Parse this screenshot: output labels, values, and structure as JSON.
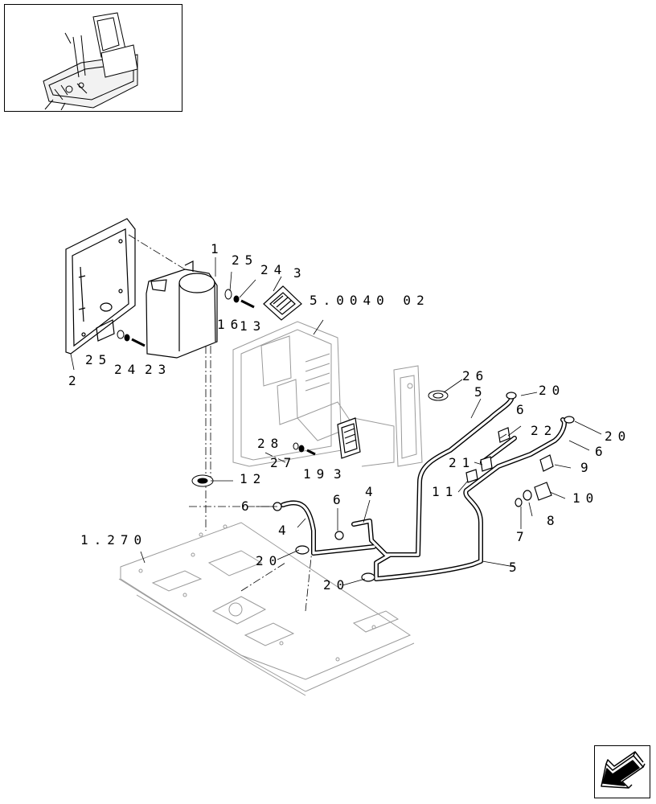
{
  "callouts": [
    {
      "id": "c1",
      "text": "1"
    },
    {
      "id": "c2",
      "text": "2"
    },
    {
      "id": "c3a",
      "text": "3"
    },
    {
      "id": "c3b",
      "text": "3"
    },
    {
      "id": "c4a",
      "text": "4"
    },
    {
      "id": "c4b",
      "text": "4"
    },
    {
      "id": "c5a",
      "text": "5"
    },
    {
      "id": "c5b",
      "text": "5"
    },
    {
      "id": "c6a",
      "text": "6"
    },
    {
      "id": "c6b",
      "text": "6"
    },
    {
      "id": "c6c",
      "text": "6"
    },
    {
      "id": "c6d",
      "text": "6"
    },
    {
      "id": "c7",
      "text": "7"
    },
    {
      "id": "c8",
      "text": "8"
    },
    {
      "id": "c9",
      "text": "9"
    },
    {
      "id": "c10",
      "text": "10"
    },
    {
      "id": "c11",
      "text": "11"
    },
    {
      "id": "c12",
      "text": "12"
    },
    {
      "id": "c13",
      "text": "13"
    },
    {
      "id": "c16",
      "text": "16"
    },
    {
      "id": "c19",
      "text": "19"
    },
    {
      "id": "c20a",
      "text": "20"
    },
    {
      "id": "c20b",
      "text": "20"
    },
    {
      "id": "c20c",
      "text": "20"
    },
    {
      "id": "c20d",
      "text": "20"
    },
    {
      "id": "c21",
      "text": "21"
    },
    {
      "id": "c22",
      "text": "22"
    },
    {
      "id": "c23a",
      "text": "23"
    },
    {
      "id": "c23b",
      "text": "23"
    },
    {
      "id": "c24a",
      "text": "24"
    },
    {
      "id": "c24b",
      "text": "24"
    },
    {
      "id": "c25a",
      "text": "25"
    },
    {
      "id": "c25b",
      "text": "25"
    },
    {
      "id": "c26",
      "text": "26"
    },
    {
      "id": "c27",
      "text": "27"
    },
    {
      "id": "c28",
      "text": "28"
    }
  ],
  "references": [
    {
      "id": "ref-cab",
      "text": "5.0040 02"
    },
    {
      "id": "ref-floor",
      "text": "1.270"
    }
  ]
}
